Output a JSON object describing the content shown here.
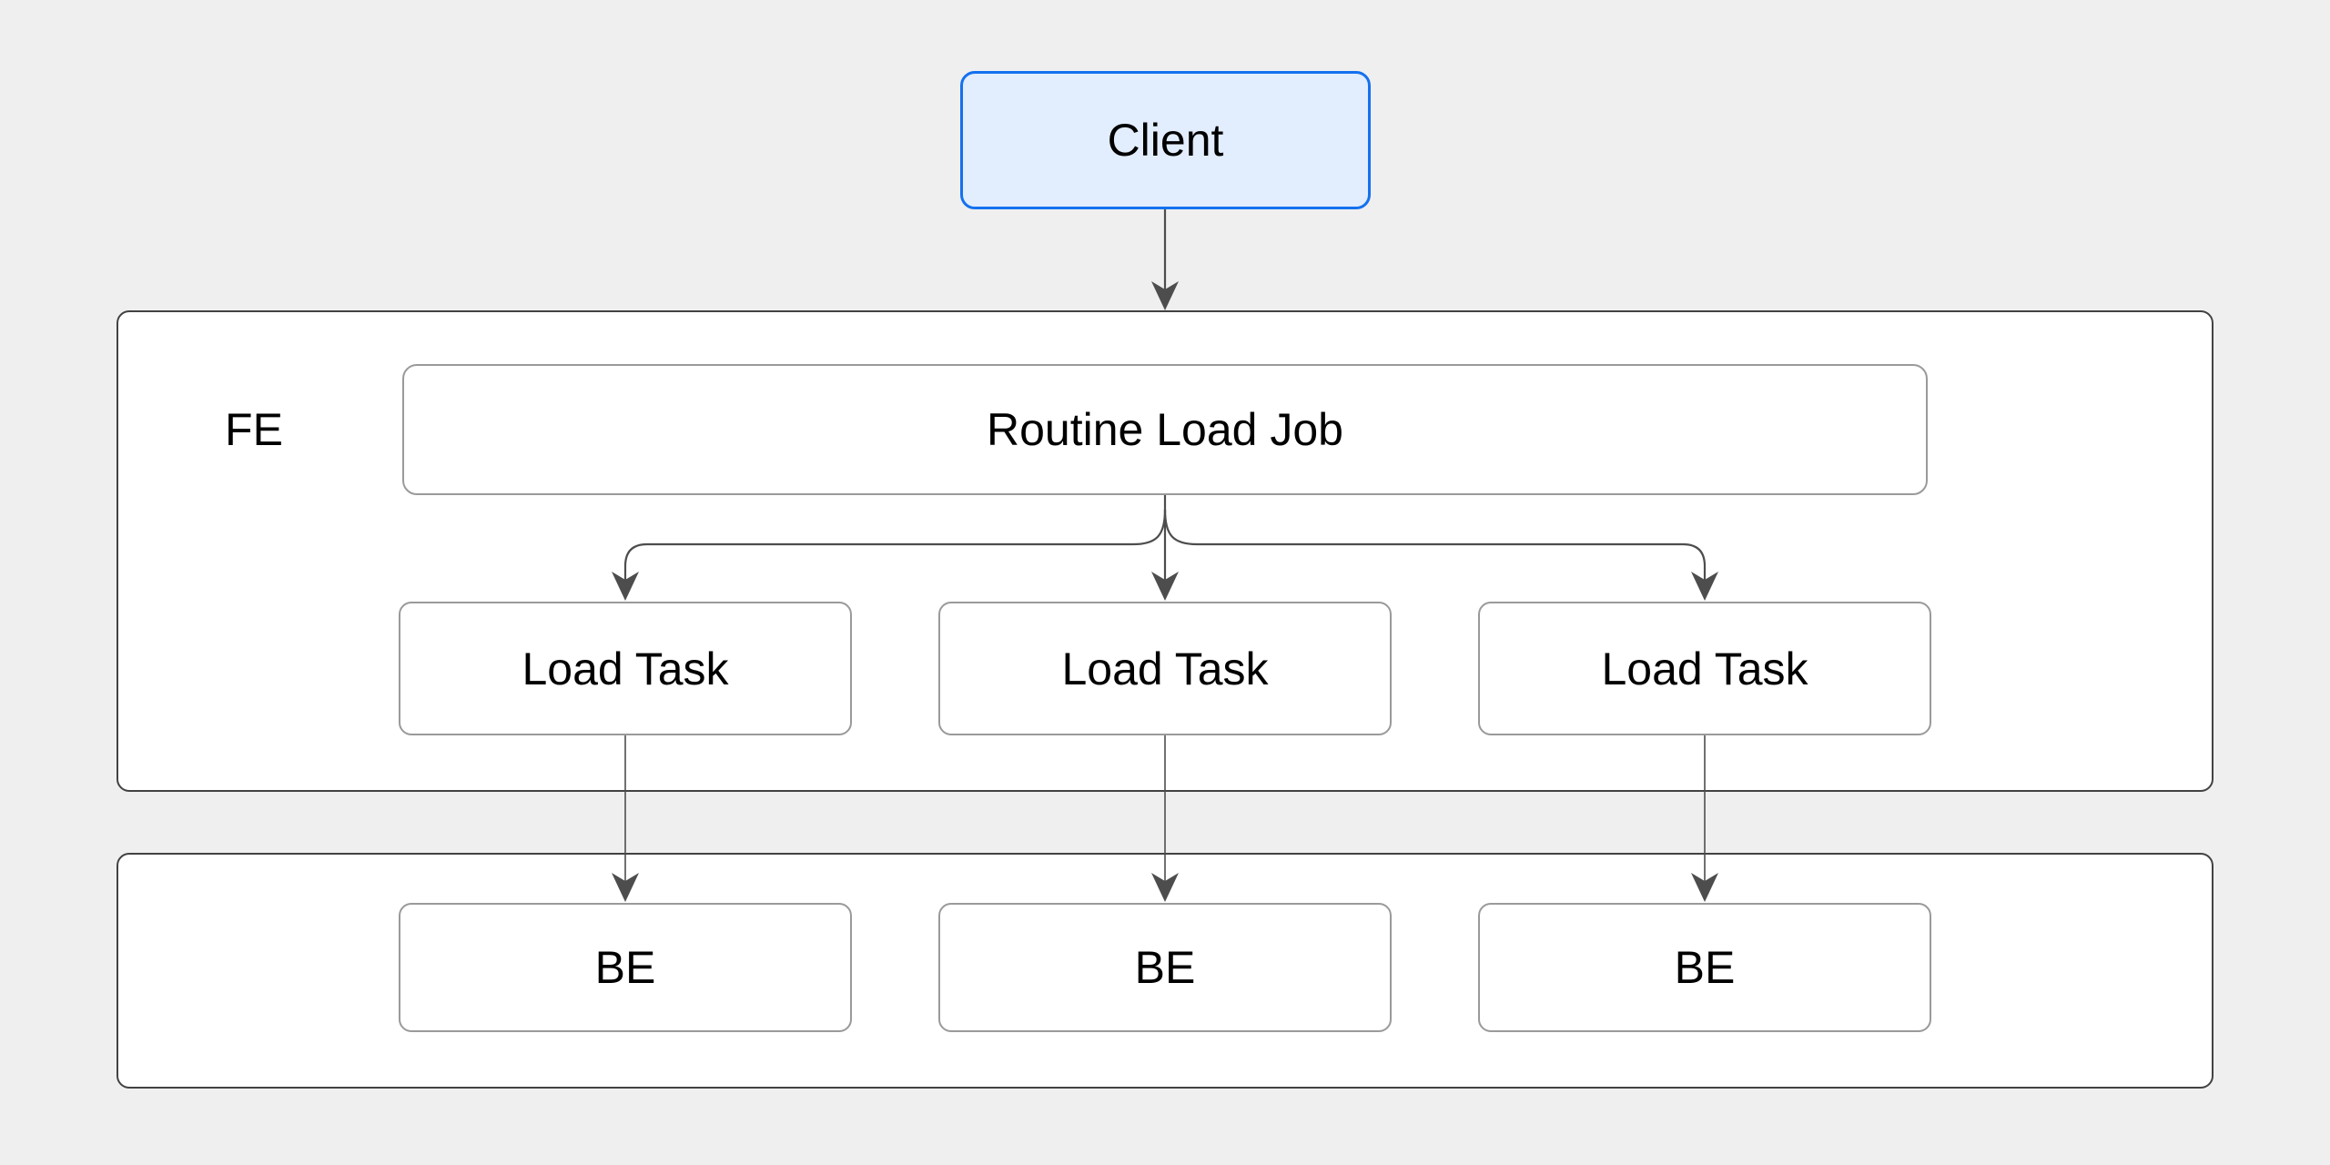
{
  "diagram": {
    "colors": {
      "bg": "#efefef",
      "client_fill": "#e2edfd",
      "client_stroke": "#1471ef",
      "container_stroke": "#424242",
      "box_stroke": "#9a9a9a",
      "connector": "#4d4d4d",
      "text": "#000000"
    },
    "nodes": {
      "client": {
        "label": "Client"
      },
      "fe_group": {
        "label": "FE"
      },
      "routine_load_job": {
        "label": "Routine Load Job"
      },
      "load_tasks": [
        {
          "label": "Load Task"
        },
        {
          "label": "Load Task"
        },
        {
          "label": "Load Task"
        }
      ],
      "be_nodes": [
        {
          "label": "BE"
        },
        {
          "label": "BE"
        },
        {
          "label": "BE"
        }
      ]
    }
  }
}
